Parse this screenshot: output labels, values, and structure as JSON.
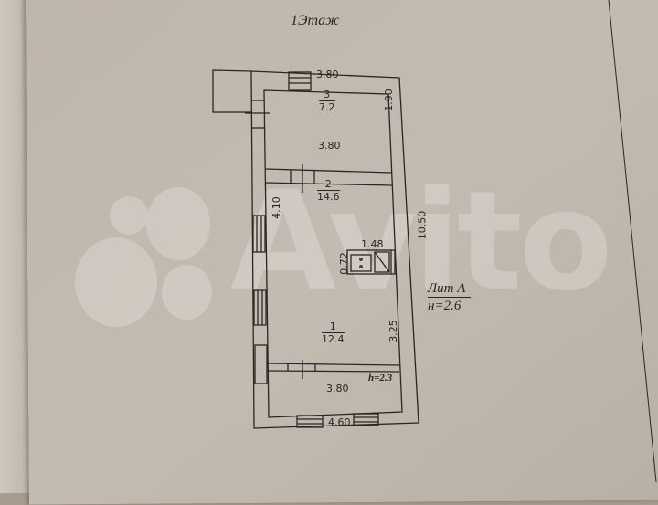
{
  "document": {
    "title": "1Этаж",
    "building_label": "Лит А",
    "building_height": "н=2.6",
    "room_height_note": "h=2.3",
    "watermark": "Avito"
  },
  "rooms": [
    {
      "number": "3",
      "area": "7.2",
      "width": "3.80",
      "depth": "1.90"
    },
    {
      "number": "2",
      "area": "14.6",
      "width": "3.80",
      "depth": "4.10"
    },
    {
      "number": "1",
      "area": "12.4",
      "width": "3.80",
      "depth": "3.25"
    }
  ],
  "dimensions": {
    "room3_top": "3.80",
    "room3_side": "1.90",
    "room2_top": "3.80",
    "room2_side": "4.10",
    "kitchen_width": "1.48",
    "kitchen_depth": "0.72",
    "total_length": "10.50",
    "room1_side": "3.25",
    "room1_bottom": "3.80",
    "total_width": "4.60"
  },
  "fixtures": [
    {
      "type": "sink",
      "icon": "sink-icon"
    },
    {
      "type": "stove",
      "icon": "stove-icon"
    }
  ],
  "colors": {
    "paper": "#c1b9ae",
    "ink": "#2a2622",
    "background": "#a89c8e"
  }
}
